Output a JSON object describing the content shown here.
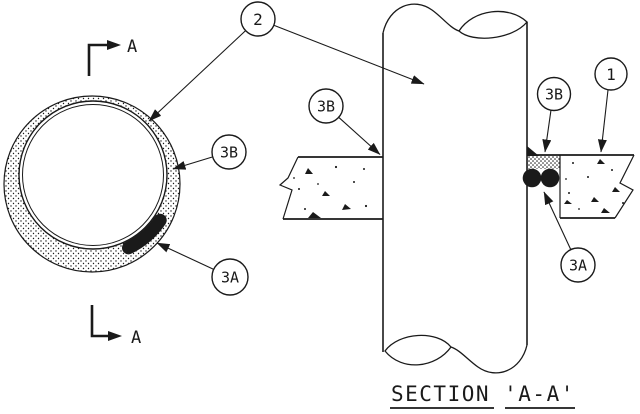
{
  "colors": {
    "ink": "#1a1a1a",
    "background": "#ffffff"
  },
  "drawing": {
    "type": "engineering-detail-pipe-wall-penetration",
    "section_title": "SECTION 'A-A'",
    "section_marker": "A",
    "balloons": {
      "item_1": "1",
      "item_2": "2",
      "item_3a": "3A",
      "item_3b": "3B"
    }
  }
}
